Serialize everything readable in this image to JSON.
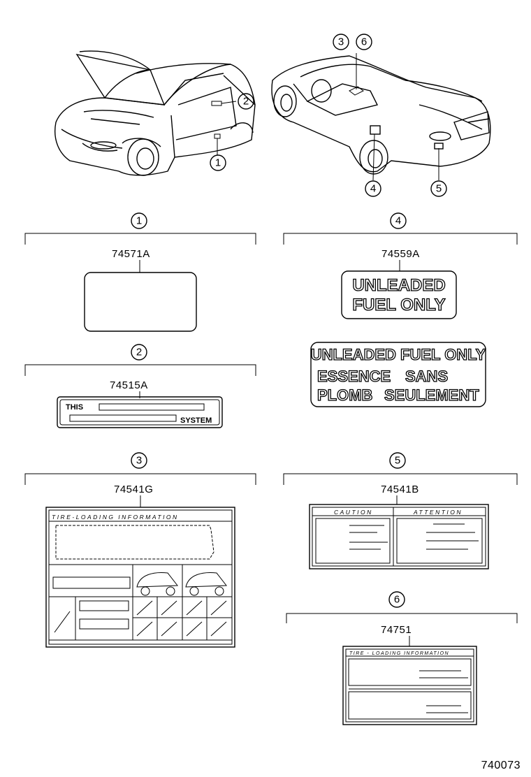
{
  "callouts": [
    "1",
    "2",
    "3",
    "4",
    "5",
    "6"
  ],
  "parts": {
    "p1": "74571A",
    "p2": "74515A",
    "p3": "74541G",
    "p4": "74559A",
    "p5": "74541B",
    "p6": "74751"
  },
  "label2": {
    "this": "THIS",
    "system": "SYSTEM"
  },
  "label3": {
    "title": "TIRE-LOADING INFORMATION"
  },
  "label4": {
    "a_line1": "UNLEADED",
    "a_line2": "FUEL ONLY",
    "b_line1": "UNLEADED FUEL ONLY",
    "b_line2_left": "ESSENCE",
    "b_line2_right": "SANS",
    "b_line3_left": "PLOMB",
    "b_line3_right": "SEULEMENT"
  },
  "label5": {
    "caution": "CAUTION",
    "attention": "ATTENTION"
  },
  "label6": {
    "title": "TIRE - LOADING  INFORMATION"
  },
  "figure_number": "740073"
}
